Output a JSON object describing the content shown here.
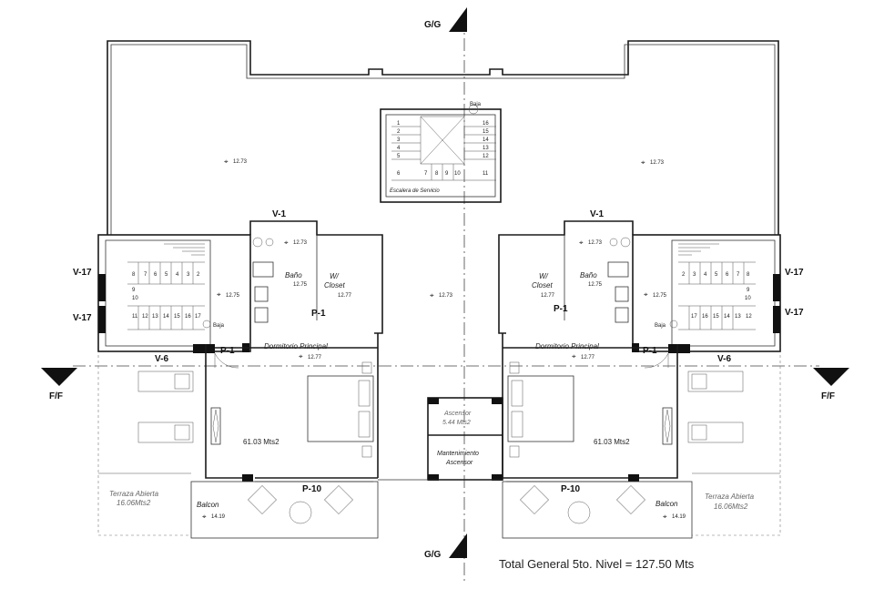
{
  "sections": {
    "gg": "G/G",
    "ff": "F/F"
  },
  "stairs": {
    "service_label": "Escalera de Servicio",
    "service_left": [
      "1",
      "2",
      "3",
      "4",
      "5",
      "6"
    ],
    "service_bottom": [
      "7",
      "8",
      "9",
      "10"
    ],
    "service_right": [
      "16",
      "15",
      "14",
      "13",
      "12",
      "11"
    ],
    "down": "Baja",
    "left_top": [
      "8",
      "7",
      "6",
      "5",
      "4",
      "3",
      "2"
    ],
    "left_bottom": [
      "11",
      "12",
      "13",
      "14",
      "15",
      "16",
      "17"
    ],
    "left_mid": [
      "9",
      "10"
    ],
    "right_top": [
      "2",
      "3",
      "4",
      "5",
      "6",
      "7",
      "8"
    ],
    "right_bottom": [
      "17",
      "16",
      "15",
      "14",
      "13",
      "12"
    ],
    "right_mid": [
      "9",
      "10"
    ]
  },
  "levels": {
    "roof_left": "12.73",
    "roof_right": "12.73",
    "hall": "12.73",
    "bath_top_left": "12.73",
    "bath_top_right": "12.73",
    "bath_left": "12.75",
    "bath_right": "12.75",
    "closet_left": "12.77",
    "closet_right": "12.77",
    "stair_left": "12.75",
    "stair_right": "12.75",
    "bed_left": "12.77",
    "bed_right": "12.77",
    "balcon_left": "14.19",
    "balcon_right": "14.19"
  },
  "labels": {
    "v1": "V-1",
    "v17": "V-17",
    "v6": "V-6",
    "p1": "P-1",
    "p10": "P-10",
    "bano": "Baño",
    "wcloset_1": "W/",
    "wcloset_2": "Closet",
    "dormitorio": "Dormitorio Principal",
    "area_units": "61.03 Mts2",
    "ascensor": "Ascensor",
    "ascensor_area": "5.44 Mts2",
    "mantenimiento_1": "Mantenimiento",
    "mantenimiento_2": "Ascensor",
    "terraza_1": "Terraza Abierta",
    "terraza_2": "16.06Mts2",
    "balcon": "Balcon"
  },
  "total": "Total General 5to. Nivel = 127.50 Mts"
}
